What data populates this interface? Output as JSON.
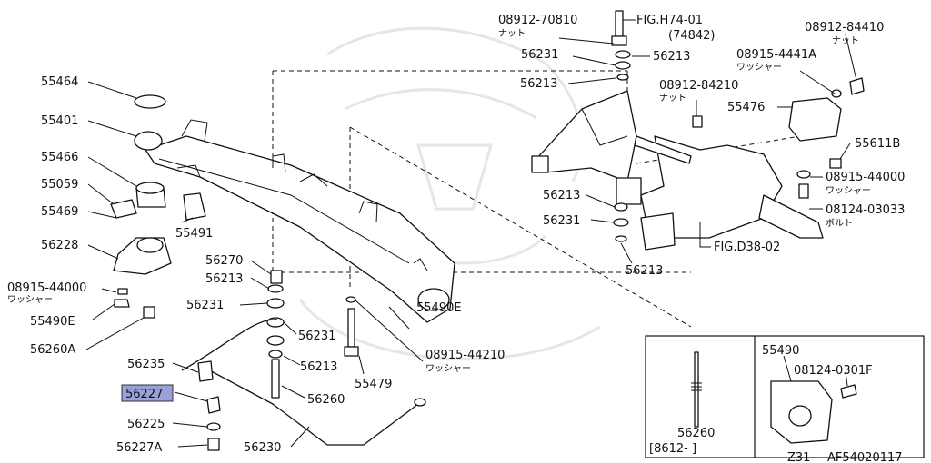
{
  "labels": {
    "p08912_70810": "08912-70810",
    "p08912_70810_sub": "ナット",
    "figH74": "FIG.H74-01",
    "figH74_sub": "(74842)",
    "p08912_84410": "08912-84410",
    "p08912_84410_sub": "ナット",
    "p56231_top": "56231",
    "p56213_topright": "56213",
    "p08915_4441A": "08915-4441A",
    "p08915_4441A_sub": "ワッシャー",
    "p56213_topleft": "56213",
    "p08912_84210": "08912-84210",
    "p08912_84210_sub": "ナット",
    "p55476": "55476",
    "p55611B": "55611B",
    "p08915_44000_right": "08915-44000",
    "p08915_44000_right_sub": "ワッシャー",
    "p08124_03033": "08124-03033",
    "p08124_03033_sub": "ボルト",
    "p56213_mid": "56213",
    "p56231_mid": "56231",
    "p56213_bottomright": "56213",
    "figD38": "FIG.D38-02",
    "p55464": "55464",
    "p55401": "55401",
    "p55466": "55466",
    "p55059": "55059",
    "p55469": "55469",
    "p55491": "55491",
    "p56228": "56228",
    "p56270": "56270",
    "p56213_a": "56213",
    "p08915_44000_left": "08915-44000",
    "p08915_44000_left_sub": "ワッシャー",
    "p56231_a": "56231",
    "p55490E_left": "55490E",
    "p55490E_right": "55490E",
    "p56260A": "56260A",
    "p56231_b": "56231",
    "p08915_44210": "08915-44210",
    "p08915_44210_sub": "ワッシャー",
    "p56235": "56235",
    "p56213_b": "56213",
    "p55479": "55479",
    "p56227": "56227",
    "p56260": "56260",
    "p56225": "56225",
    "p56227A": "56227A",
    "p56230": "56230",
    "inset_56260": "56260",
    "inset_range": "[8612-    ]",
    "inset_55490": "55490",
    "inset_08124_0301F": "08124-0301F",
    "model": "Z31",
    "diagram_code": "AF54020117"
  },
  "highlight_color": "#9aa0d8"
}
